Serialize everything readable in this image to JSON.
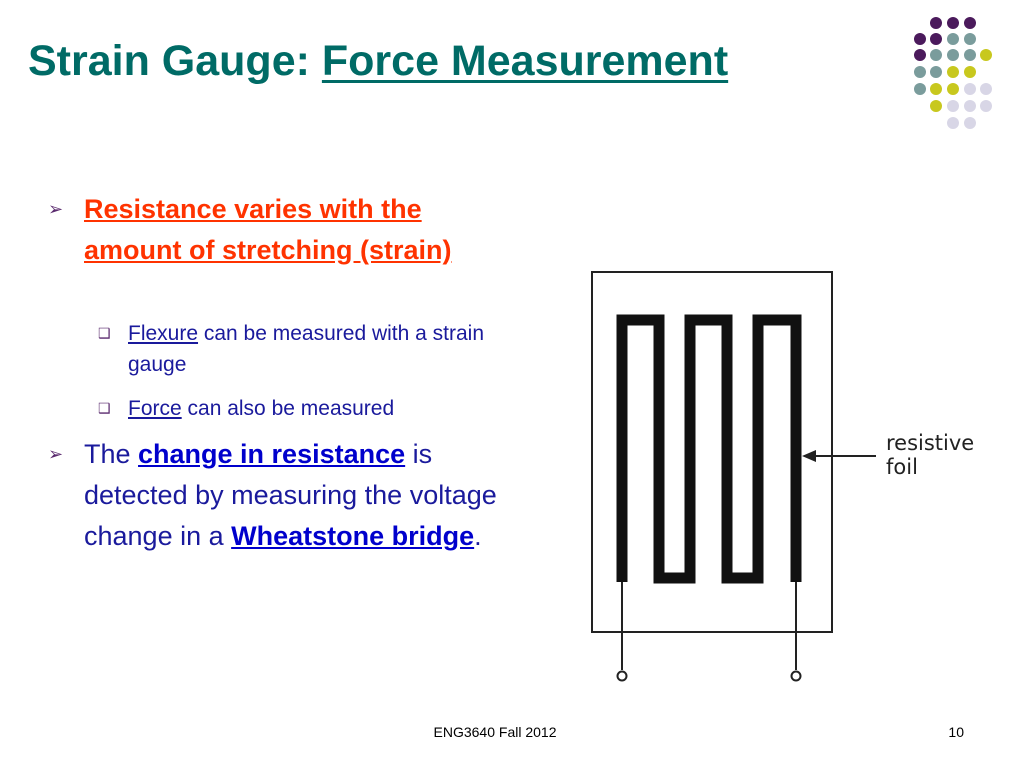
{
  "slide": {
    "title_plain": "Strain Gauge: ",
    "title_link": "Force Measurement",
    "bullets": {
      "b1": "Resistance varies with the amount of stretching (strain)",
      "s1_link": "Flexure",
      "s1_rest": " can be measured with a strain gauge",
      "s2_link": "Force",
      "s2_rest": " can also be measured",
      "b2_pre": "The ",
      "b2_link": "change in resistance",
      "b2_mid": " is detected by measuring the voltage change in a ",
      "b2_link2": "Wheatstone bridge",
      "b2_end": "."
    },
    "markers": {
      "arrow": "➢",
      "box": "❑"
    },
    "diagram": {
      "label_line1": "resistive",
      "label_line2": "foil"
    },
    "footer": {
      "course": "ENG3640 Fall 2012",
      "page": "10"
    },
    "colors": {
      "title": "#006b66",
      "emphasis": "#ff3300",
      "body": "#1a1a9c",
      "dot_purple": "#4b1a5c",
      "dot_teal": "#7a9c9c",
      "dot_yellow": "#c8c81e",
      "dot_lavender": "#d8d6e6"
    }
  }
}
